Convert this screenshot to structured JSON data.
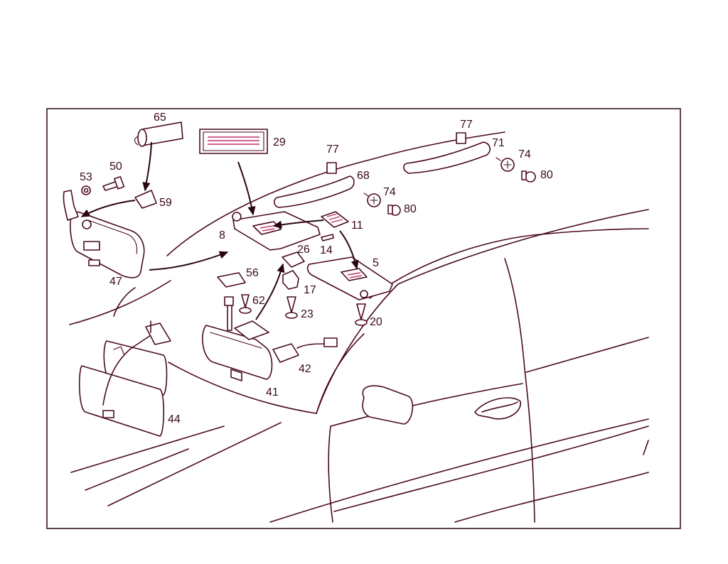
{
  "diagram": {
    "colors": {
      "line": "#4a0a1c",
      "accent": "#c0306a",
      "text": "#3a0a18",
      "background": "#ffffff"
    },
    "callouts": {
      "p65": "65",
      "p29": "29",
      "p77a": "77",
      "p77b": "77",
      "p50": "50",
      "p53": "53",
      "p68": "68",
      "p71": "71",
      "p74a": "74",
      "p74b": "74",
      "p80a": "80",
      "p80b": "80",
      "p59": "59",
      "p8": "8",
      "p11": "11",
      "p26": "26",
      "p14": "14",
      "p5": "5",
      "p56": "56",
      "p47": "47",
      "p62": "62",
      "p17": "17",
      "p23": "23",
      "p20": "20",
      "p42": "42",
      "p41": "41",
      "p44": "44"
    }
  }
}
